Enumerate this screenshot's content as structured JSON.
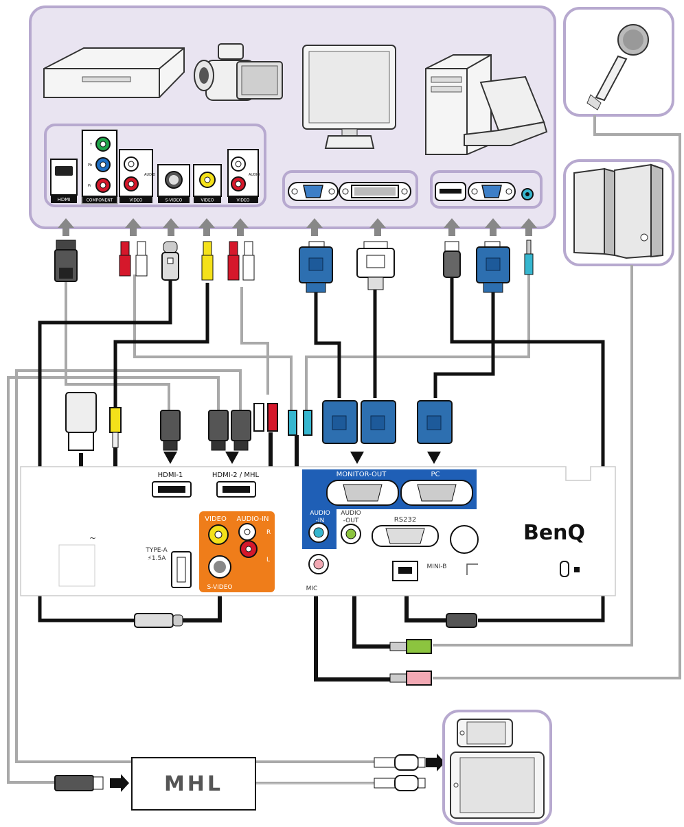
{
  "source_panel": {
    "port_labels": {
      "hdmi": "HDMI",
      "component": "COMPONENT",
      "video_1": "VIDEO",
      "svideo": "S-VIDEO",
      "video_2": "VIDEO",
      "video_3": "VIDEO",
      "audio_1": "AUDIO",
      "audio_2": "AUDIO",
      "y": "Y",
      "pb": "Pb",
      "pr": "Pr"
    }
  },
  "projector": {
    "hdmi_1": "HDMI-1",
    "hdmi_2_mhl": "HDMI-2 / MHL",
    "monitor_out": "MONITOR-OUT",
    "pc": "PC",
    "video": "VIDEO",
    "audio_in_rl": "AUDIO-IN",
    "r": "R",
    "l": "L",
    "svideo": "S-VIDEO",
    "type_a_line1": "TYPE-A",
    "type_a_line2": "⚡1.5A",
    "audio_in_line1": "AUDIO",
    "audio_in_line2": "-IN",
    "audio_out_line1": "AUDIO",
    "audio_out_line2": "-OUT",
    "rs232": "RS232",
    "mini_b": "MINI-B",
    "mic": "MIC",
    "brand": "BenQ"
  },
  "mhl_box": {
    "logo": "MHL"
  },
  "colors": {
    "panel_fill": "#e9e4f1",
    "panel_stroke": "#b7a9cf",
    "blue_group": "#1f5fb6",
    "orange_group": "#ef7d1a",
    "vga_blue": "#2d6fb0",
    "cable_black": "#111111",
    "cable_gray": "#a9a9a9",
    "rca_yellow": "#f4e11a",
    "rca_red": "#d5182b",
    "audio_green": "#8cc43f",
    "audio_pink": "#f2a9b4",
    "audio_cyan": "#36b6cf"
  }
}
